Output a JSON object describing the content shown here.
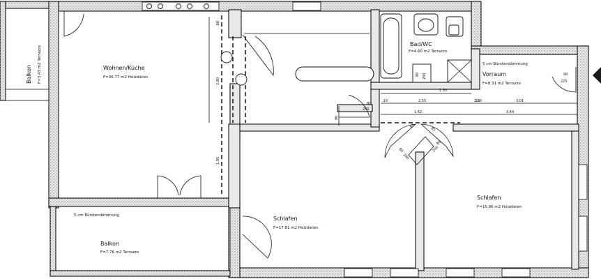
{
  "rooms": {
    "balkon_left": {
      "name": "Balkon",
      "area": "F=3.43 m2 Terrazzo"
    },
    "wohnen": {
      "name": "Wohnen/Küche",
      "area": "F=36.77 m2 Holzdielen"
    },
    "bad": {
      "name": "Bad/WC",
      "area": "F=4.60 m2 Terrazzo"
    },
    "vorraum": {
      "name": "Vorraum",
      "area": "F=8.31 m2 Terrazzo"
    },
    "schlafen_mid": {
      "name": "Schlafen",
      "area": "F=17.81 m2 Holzdielen"
    },
    "schlafen_right": {
      "name": "Schlafen",
      "area": "F=15.96 m2 Holzdielen"
    },
    "balkon_bottom": {
      "name": "Balkon",
      "area": "F=7.76 m2 Terrazzo"
    }
  },
  "notes": {
    "vorraum_note": "5 cm Bürstendämmung",
    "balkon_note": "5 cm Bürstendämmung"
  },
  "dimensions": {
    "d1": "1.30",
    "d2": "2.55",
    "d3": "1.10",
    "d4": "3.01",
    "d5": "1.62",
    "d6": "3.64",
    "d7": "80",
    "d8": "200",
    "d9": "90",
    "d10": "225",
    "d11": "80",
    "d12": "200",
    "d13": "2.80",
    "d14": "1.95",
    "d15": "80",
    "d16": "85",
    "d17": "80",
    "d18": "200",
    "d19": "85",
    "d20": "200",
    "d21": "80",
    "d22": ".80",
    ".10a": ".10",
    ".10b": ".10"
  }
}
